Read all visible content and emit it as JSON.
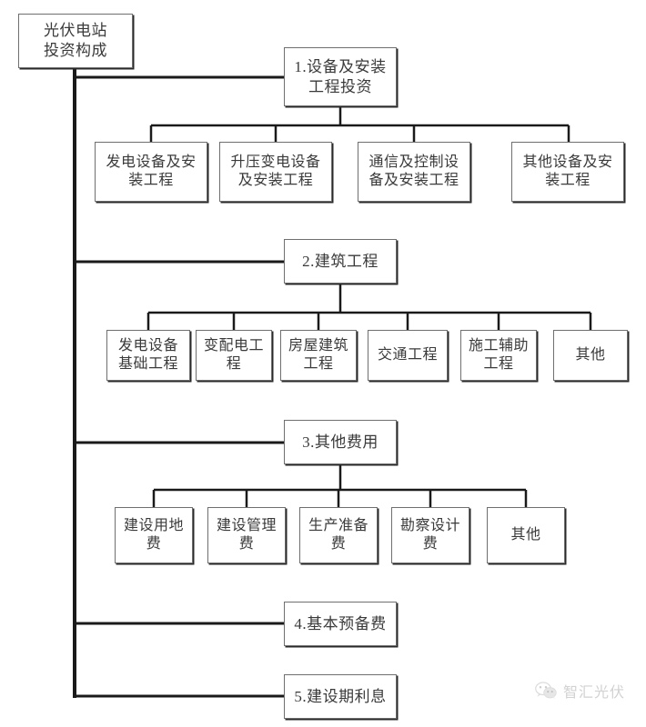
{
  "diagram": {
    "title": "光伏电站投资构成",
    "type": "org-tree",
    "root": {
      "id": "root",
      "label": "光伏电站\n投资构成",
      "line1": "光伏电站",
      "line2": "投资构成"
    },
    "branches": [
      {
        "id": "b1",
        "label": "1.设备及安装\n工程投资",
        "line1": "1.设备及安装",
        "line2": "工程投资",
        "children": [
          {
            "id": "b1c1",
            "line1": "发电设备及安",
            "line2": "装工程"
          },
          {
            "id": "b1c2",
            "line1": "升压变电设备",
            "line2": "及安装工程"
          },
          {
            "id": "b1c3",
            "line1": "通信及控制设",
            "line2": "备及安装工程"
          },
          {
            "id": "b1c4",
            "line1": "其他设备及安",
            "line2": "装工程"
          }
        ]
      },
      {
        "id": "b2",
        "label": "2.建筑工程",
        "line1": "2.建筑工程",
        "line2": "",
        "children": [
          {
            "id": "b2c1",
            "line1": "发电设备",
            "line2": "基础工程"
          },
          {
            "id": "b2c2",
            "line1": "变配电工",
            "line2": "程"
          },
          {
            "id": "b2c3",
            "line1": "房屋建筑",
            "line2": "工程"
          },
          {
            "id": "b2c4",
            "line1": "交通工程",
            "line2": ""
          },
          {
            "id": "b2c5",
            "line1": "施工辅助",
            "line2": "工程"
          },
          {
            "id": "b2c6",
            "line1": "其他",
            "line2": ""
          }
        ]
      },
      {
        "id": "b3",
        "label": "3.其他费用",
        "line1": "3.其他费用",
        "line2": "",
        "children": [
          {
            "id": "b3c1",
            "line1": "建设用地",
            "line2": "费"
          },
          {
            "id": "b3c2",
            "line1": "建设管理",
            "line2": "费"
          },
          {
            "id": "b3c3",
            "line1": "生产准备",
            "line2": "费"
          },
          {
            "id": "b3c4",
            "line1": "勘察设计",
            "line2": "费"
          },
          {
            "id": "b3c5",
            "line1": "其他",
            "line2": ""
          }
        ]
      },
      {
        "id": "b4",
        "label": "4.基本预备费",
        "line1": "4.基本预备费",
        "line2": "",
        "children": []
      },
      {
        "id": "b5",
        "label": "5.建设期利息",
        "line1": "5.建设期利息",
        "line2": "",
        "children": []
      }
    ]
  },
  "watermark": {
    "text": "智汇光伏",
    "icon": "wechat-icon",
    "color": "#d2d2d2"
  },
  "colors": {
    "box_border": "#6f6f6f",
    "box_shadow": "#2a2a2a",
    "line": "#1a1a1a",
    "text": "#3a3a3a",
    "background": "#ffffff"
  }
}
